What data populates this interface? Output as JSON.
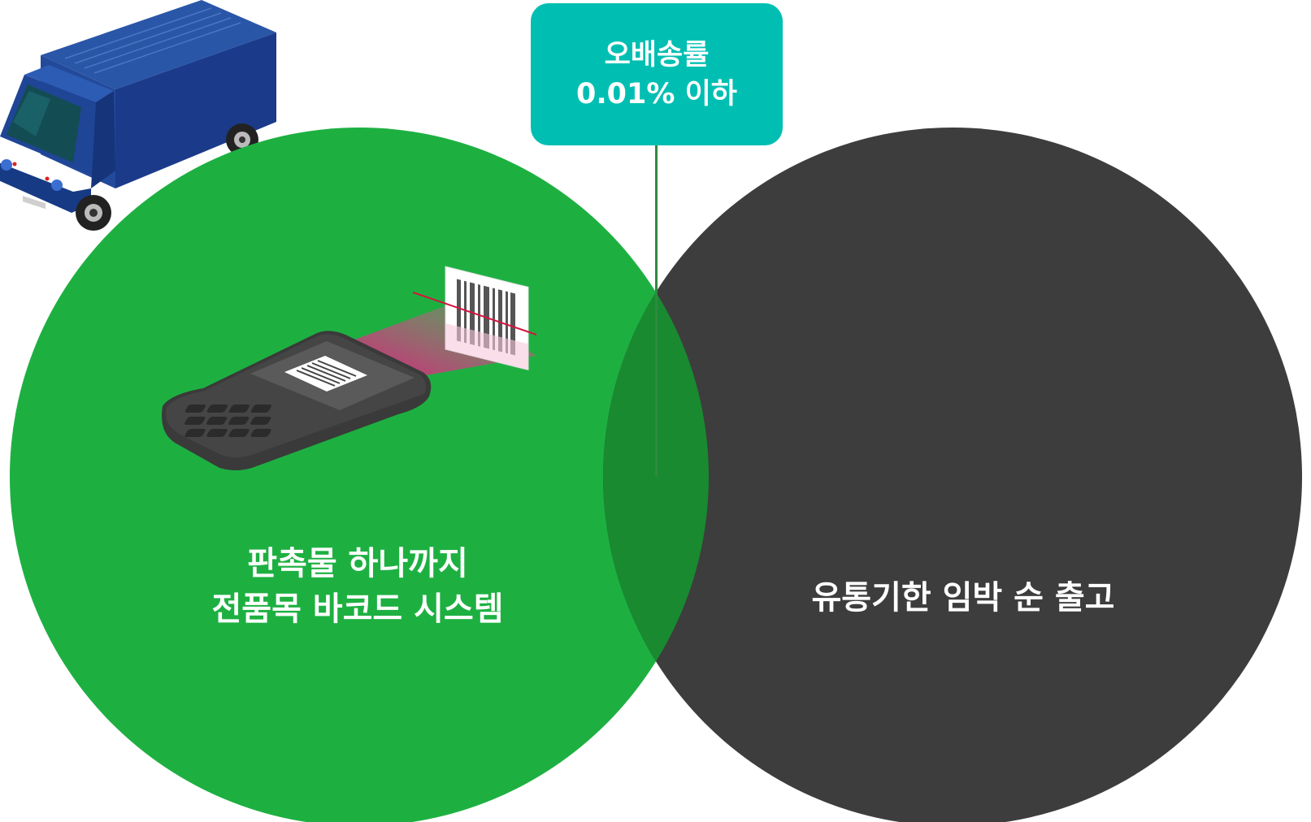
{
  "callout": {
    "line1": "오배송률",
    "line2": "0.01% 이하"
  },
  "left_circle": {
    "line1": "판촉물 하나까지",
    "line2": "전품목 바코드 시스템",
    "color": "#1db041",
    "icon": "barcode-scanner-icon"
  },
  "right_circle": {
    "line1": "유통기한 임박 순 출고",
    "color": "#3d3d3d",
    "icon": "delivery-truck-icon"
  },
  "overlap_color": "#198a30",
  "accent_color": "#00bfb2"
}
